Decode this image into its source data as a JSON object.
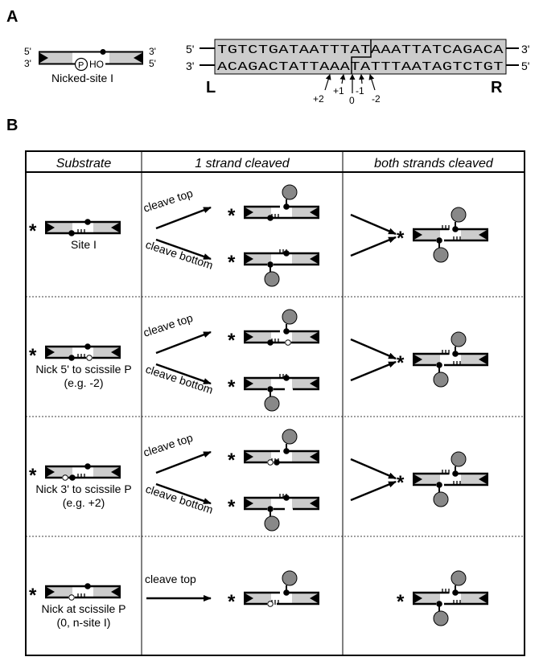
{
  "panel_a": {
    "label": "A",
    "nicked_site": {
      "top_left_end": "5'",
      "top_right_end": "3'",
      "bottom_left_end": "3'",
      "bottom_right_end": "5'",
      "phosphate": "P",
      "hydroxyl": "HO",
      "caption": "Nicked-site I"
    },
    "sequence": {
      "top_5": "5'",
      "top_3": "3'",
      "bottom_3": "3'",
      "bottom_5": "5'",
      "top": "TGTCTGATAATTTATAAATTATCAGACA",
      "bottom": "ACAGACTATTAAATATTTAATAGTCTGT",
      "left_arm": "L",
      "right_arm": "R",
      "positions": [
        "+2",
        "+1",
        "0",
        "-1",
        "-2"
      ]
    }
  },
  "panel_b": {
    "label": "B",
    "headers": [
      "Substrate",
      "1 strand cleaved",
      "both strands cleaved"
    ],
    "rows": [
      {
        "substrate": [
          "Site I"
        ],
        "arrow_top": "cleave top",
        "arrow_bottom": "cleave bottom"
      },
      {
        "substrate": [
          "Nick 5' to scissile P",
          "(e.g. -2)"
        ],
        "arrow_top": "cleave top",
        "arrow_bottom": "cleave bottom"
      },
      {
        "substrate": [
          "Nick 3' to scissile P",
          "(e.g. +2)"
        ],
        "arrow_top": "cleave top",
        "arrow_bottom": "cleave bottom"
      },
      {
        "substrate": [
          "Nick at scissile P",
          "(0, n-site I)"
        ],
        "arrow_top": "cleave top"
      }
    ],
    "labeled_end_marker": "*"
  }
}
